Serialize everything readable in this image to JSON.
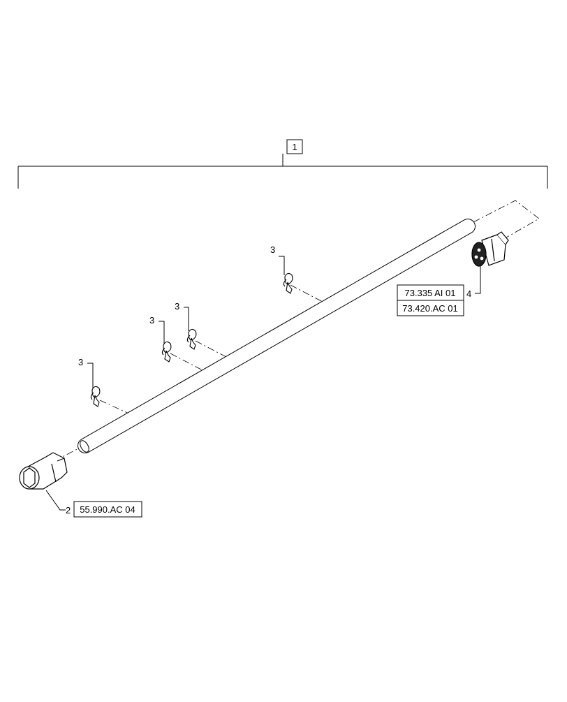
{
  "callouts": {
    "assembly": "1",
    "connector_left": "2",
    "clip": "3",
    "connector_right": "4"
  },
  "references": {
    "left_connector_ref": "55.990.AC 04",
    "right_connector_ref_1": "73.335 AI 01",
    "right_connector_ref_2": "73.420.AC 01"
  }
}
